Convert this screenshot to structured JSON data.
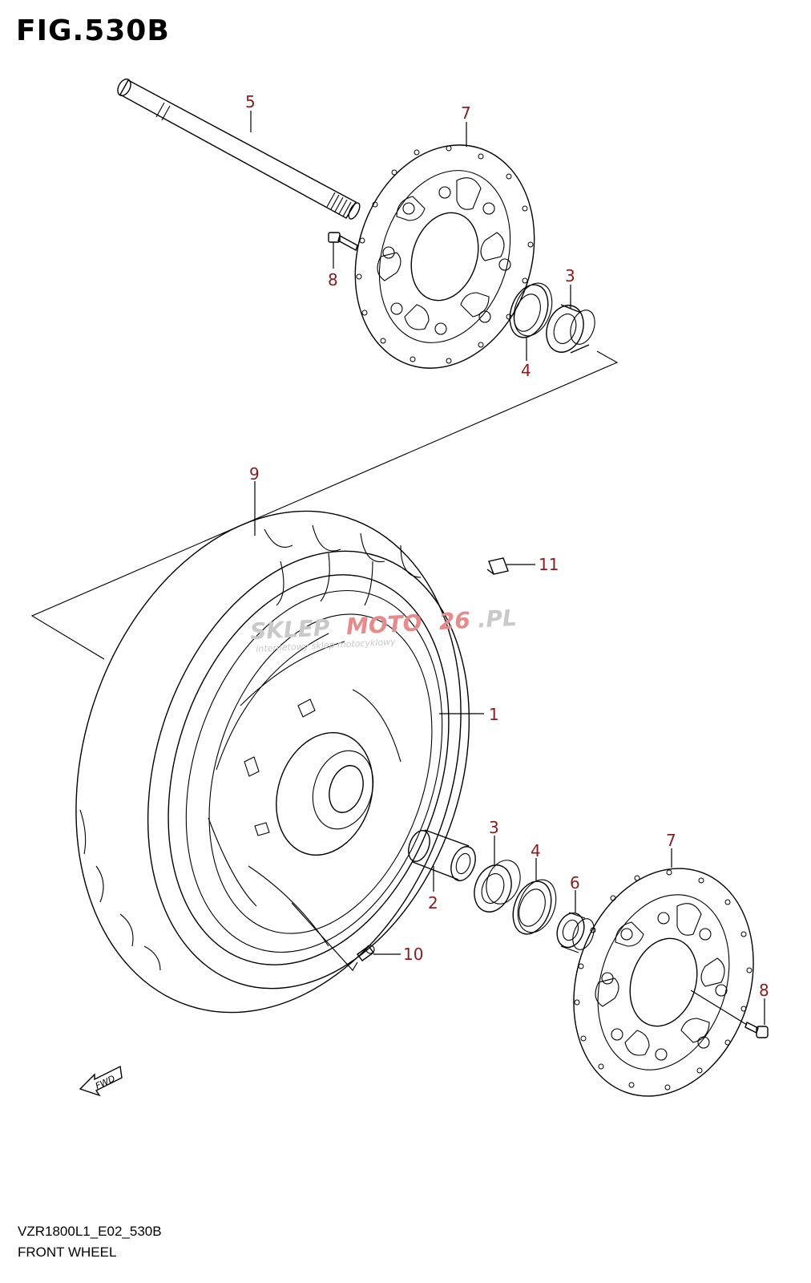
{
  "figure": {
    "title": "FIG.530B",
    "footer_code": "VZR1800L1_E02_530B",
    "footer_name": "FRONT WHEEL",
    "fwd_label": "FWD"
  },
  "callouts": [
    {
      "id": "c5",
      "label": "5"
    },
    {
      "id": "c7a",
      "label": "7"
    },
    {
      "id": "c8a",
      "label": "8"
    },
    {
      "id": "c3a",
      "label": "3"
    },
    {
      "id": "c4a",
      "label": "4"
    },
    {
      "id": "c9",
      "label": "9"
    },
    {
      "id": "c11",
      "label": "11"
    },
    {
      "id": "c1",
      "label": "1"
    },
    {
      "id": "c2",
      "label": "2"
    },
    {
      "id": "c3b",
      "label": "3"
    },
    {
      "id": "c4b",
      "label": "4"
    },
    {
      "id": "c6",
      "label": "6"
    },
    {
      "id": "c7b",
      "label": "7"
    },
    {
      "id": "c8b",
      "label": "8"
    },
    {
      "id": "c10",
      "label": "10"
    }
  ],
  "watermark": {
    "main_a": "SKLEP",
    "main_b": "MOTO",
    "main_c": "26",
    "main_d": ".PL",
    "sub": "internetowy sklep motocyklowy"
  },
  "colors": {
    "callout": "#8a1c1c",
    "line": "#000000",
    "watermark_gray": "#c9c9c9",
    "watermark_red": "#e88a8a"
  }
}
